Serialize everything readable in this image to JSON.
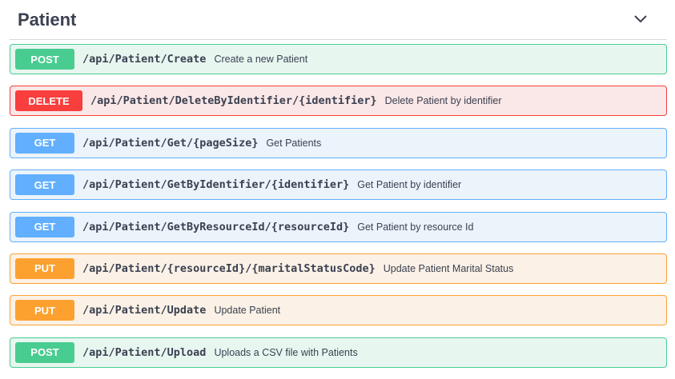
{
  "section": {
    "title": "Patient",
    "toggle_icon": "chevron-down-icon"
  },
  "colors": {
    "POST": "#49cc90",
    "DELETE": "#f93e3e",
    "GET": "#61affe",
    "PUT": "#fca130"
  },
  "operations": [
    {
      "method": "POST",
      "path": "/api/Patient/Create",
      "description": "Create a new Patient"
    },
    {
      "method": "DELETE",
      "path": "/api/Patient/DeleteByIdentifier/{identifier}",
      "description": "Delete Patient by identifier"
    },
    {
      "method": "GET",
      "path": "/api/Patient/Get/{pageSize}",
      "description": "Get Patients"
    },
    {
      "method": "GET",
      "path": "/api/Patient/GetByIdentifier/{identifier}",
      "description": "Get Patient by identifier"
    },
    {
      "method": "GET",
      "path": "/api/Patient/GetByResourceId/{resourceId}",
      "description": "Get Patient by resource Id"
    },
    {
      "method": "PUT",
      "path": "/api/Patient/{resourceId}/{maritalStatusCode}",
      "description": "Update Patient Marital Status"
    },
    {
      "method": "PUT",
      "path": "/api/Patient/Update",
      "description": "Update Patient"
    },
    {
      "method": "POST",
      "path": "/api/Patient/Upload",
      "description": "Uploads a CSV file with Patients"
    }
  ]
}
